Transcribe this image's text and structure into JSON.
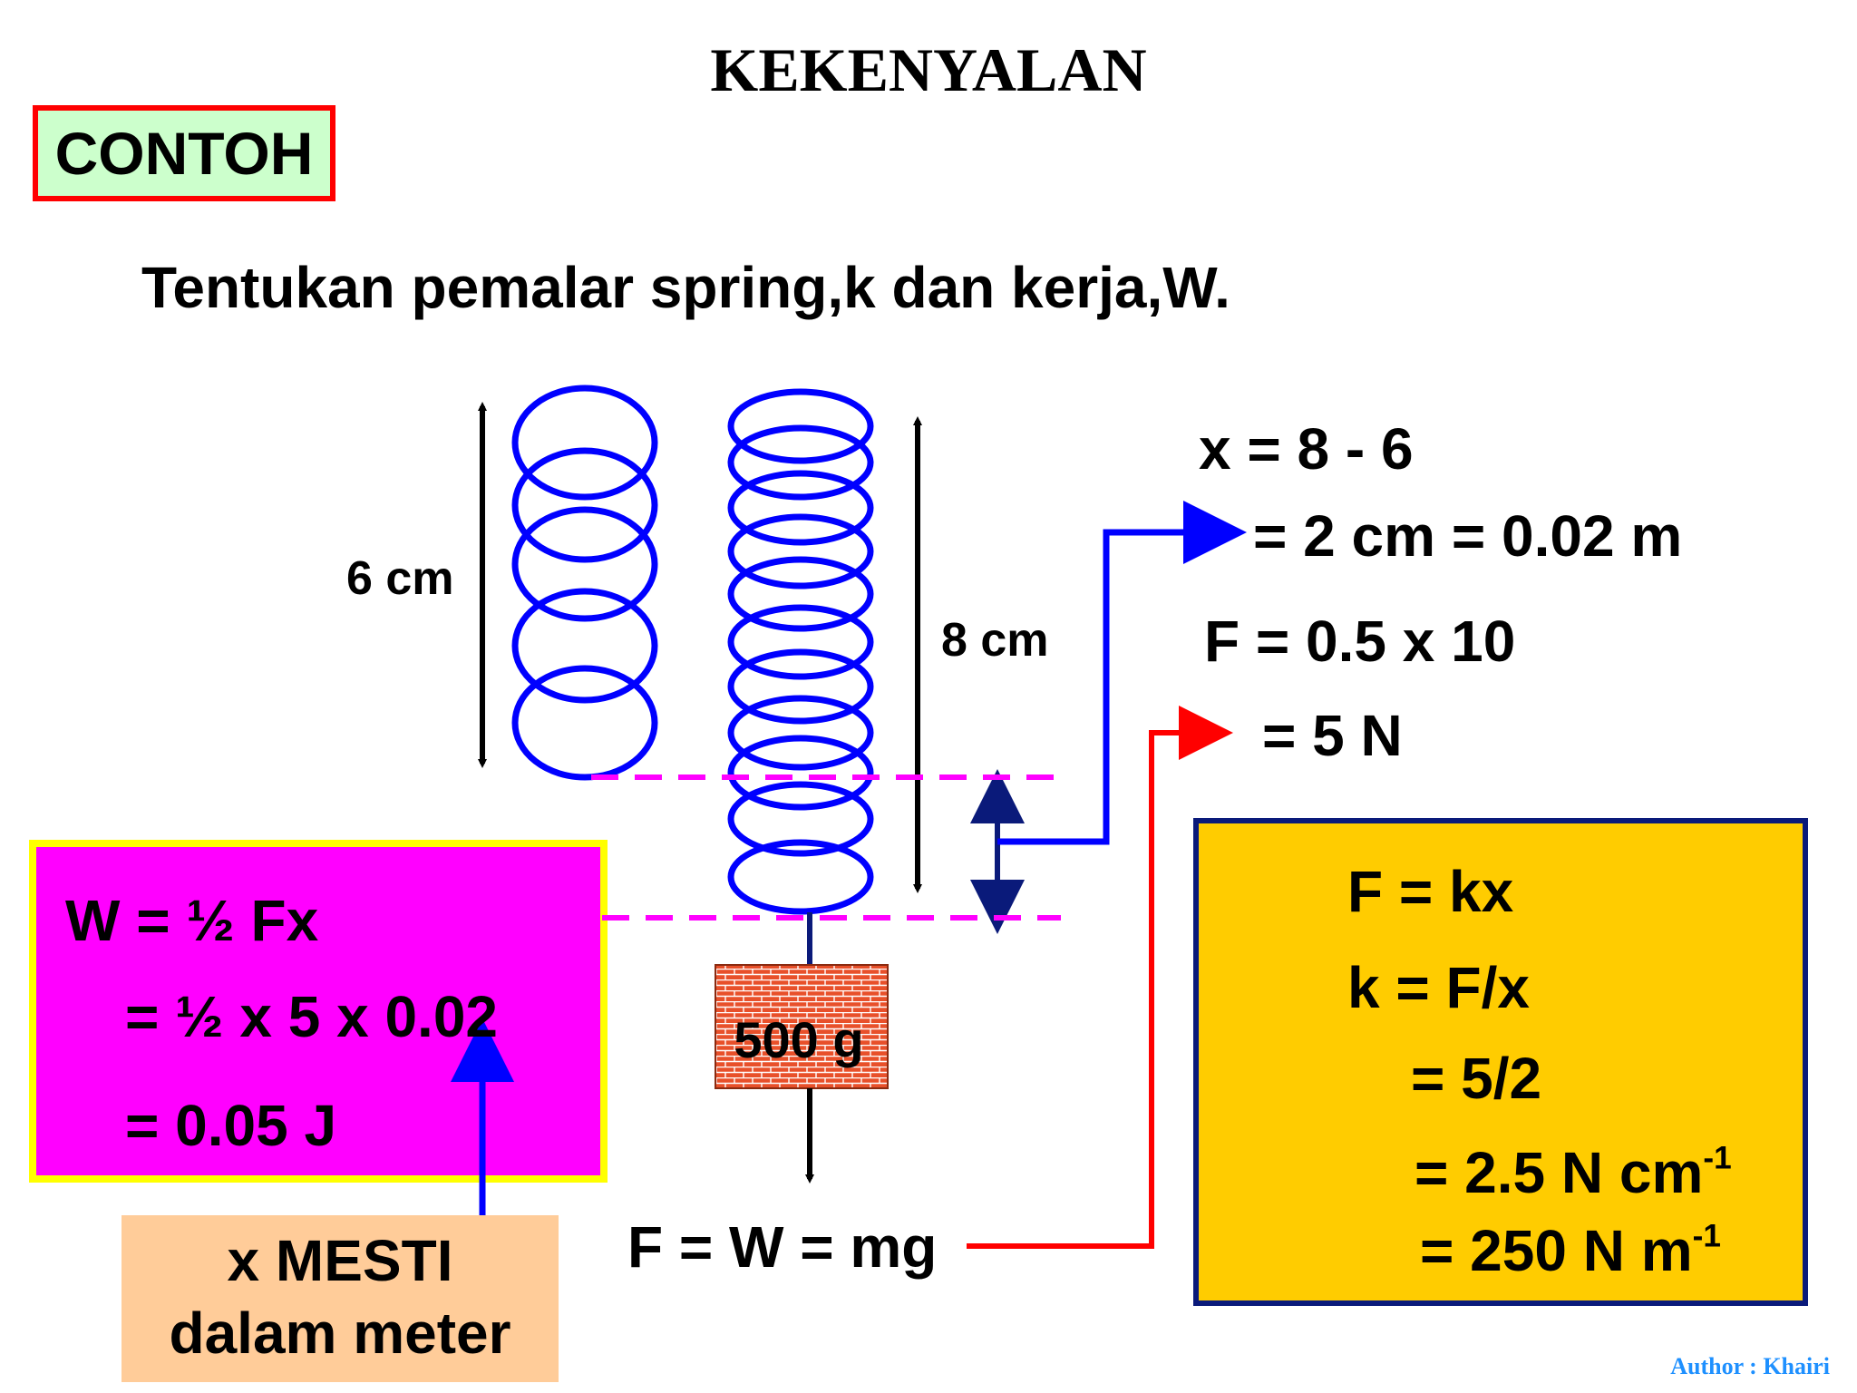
{
  "header": {
    "title": "KEKENYALAN",
    "badge": "CONTOH"
  },
  "question": "Tentukan pemalar spring,k dan kerja,W.",
  "diagram": {
    "unstretched_length_label": "6 cm",
    "stretched_length_label": "8 cm",
    "mass_label": "500 g",
    "force_label": "F = W = mg"
  },
  "extension": {
    "line1": "x = 8 - 6",
    "line2": "= 2 cm = 0.02 m"
  },
  "force": {
    "line1": "F = 0.5 x 10",
    "line2": "= 5 N"
  },
  "work_box": {
    "line1": "W = ½ Fx",
    "line2": "= ½ x 5 x 0.02",
    "line3": "= 0.05 J"
  },
  "note": {
    "line1": "x MESTI",
    "line2": "dalam meter"
  },
  "spring_constant_box": {
    "line1": "F = kx",
    "line2": "k = F/x",
    "line3": "= 5/2",
    "line4_value": "= 2.5 N cm",
    "line4_exponent": "-1",
    "line5_value": "= 250 N m",
    "line5_exponent": "-1"
  },
  "footer": {
    "author": "Author : Khairi"
  },
  "colors": {
    "spring": "#0000ff",
    "dashed_guides": "#ff00ff",
    "work_box_fill": "#ff00ff",
    "work_box_border": "#ffff00",
    "result_box_fill": "#ffcc00",
    "result_box_border": "#0a1a7a",
    "note_fill": "#ffcc99",
    "badge_fill": "#ccffcc",
    "badge_border": "#ff0000",
    "brick": "#e8502a",
    "author": "#1e90ff"
  }
}
